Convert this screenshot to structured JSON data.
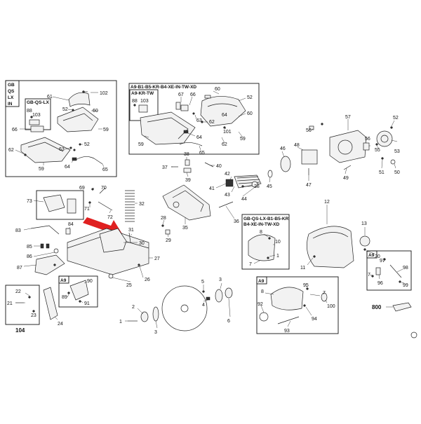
{
  "colors": {
    "ink": "#111111",
    "arrow": "#e02020",
    "paper": "#ffffff"
  },
  "region_headers": {
    "top_left": [
      "GB",
      "QS",
      "LX",
      "IN"
    ],
    "gb_qs_lx": "GB-QS-LX",
    "a9_b1_group": "A9-B1-B5-KR-B4-XE-IN-TW-XD",
    "a9_kr_tw": "A9-KR-TW",
    "gb_qs_lx_b1_line1": "GB-QS-LX-B1-B5-KR",
    "gb_qs_lx_b1_line2": "B4-XE-IN-TW-XD",
    "a9_small_1": "A9",
    "a9_small_2": "A9",
    "a9_small_3": "A9"
  },
  "labels": {
    "p1": "1",
    "p2": "2",
    "p3": "3",
    "p4": "4",
    "p5": "5",
    "p6": "6",
    "p7a": "7",
    "p7b": "7",
    "p7c": "7",
    "p8a": "8",
    "p8b": "8",
    "p10": "10",
    "p11": "11",
    "p12": "12",
    "p13": "13",
    "p20": "20",
    "p21": "21",
    "p22": "22",
    "p23": "23",
    "p24": "24",
    "p25": "25",
    "p26": "26",
    "p27": "27",
    "p28a": "28",
    "p28b": "28",
    "p29": "29",
    "p30": "30",
    "p31": "31",
    "p32": "32",
    "p35": "35",
    "p36": "36",
    "p37": "37",
    "p38": "38",
    "p39": "39",
    "p40": "40",
    "p41": "41",
    "p42": "42",
    "p43": "43",
    "p44": "44",
    "p45": "45",
    "p46": "46",
    "p47": "47",
    "p48": "48",
    "p49": "49",
    "p50": "50",
    "p51": "51",
    "p52a": "52",
    "p52b": "52",
    "p52c": "52",
    "p53": "53",
    "p55": "55",
    "p56": "56",
    "p57": "57",
    "p59a": "59",
    "p59b": "59",
    "p59c": "59",
    "p59d": "59",
    "p60a": "60",
    "p60b": "60",
    "p60c": "60",
    "p61": "61",
    "p62a": "62",
    "p62b": "62",
    "p63a": "63",
    "p63b": "63",
    "p64a": "64",
    "p64b": "64",
    "p64c": "64",
    "p65a": "65",
    "p65b": "65",
    "p66a": "66",
    "p66b": "66",
    "p67": "67",
    "p69": "69",
    "p70": "70",
    "p71": "71",
    "p72": "72",
    "p73": "73",
    "p83": "83",
    "p84": "84",
    "p85": "85",
    "p86": "86",
    "p87": "87",
    "p88a": "88",
    "p88b": "88",
    "p89": "89",
    "p90": "90",
    "p91": "91",
    "p92": "92",
    "p93": "93",
    "p94": "94",
    "p95": "95",
    "p96": "96",
    "p97": "97",
    "p98": "98",
    "p99": "99",
    "p100": "100",
    "p101": "101",
    "p102": "102",
    "p103a": "103",
    "p103b": "103",
    "p104": "104",
    "p800": "800"
  }
}
